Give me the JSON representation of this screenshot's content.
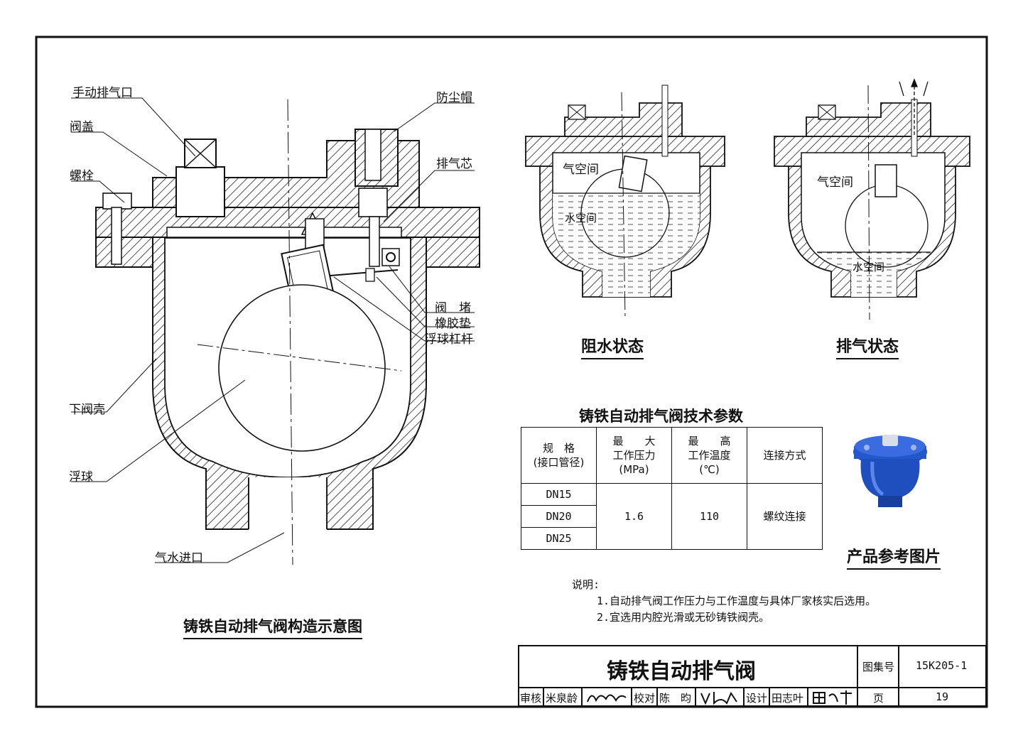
{
  "main_diagram": {
    "caption": "铸铁自动排气阀构造示意图",
    "labels": {
      "manual_vent": "手动排气口",
      "valve_cover": "阀盖",
      "bolt": "螺栓",
      "dust_cap": "防尘帽",
      "vent_core": "排气芯",
      "valve_plug": "阀　堵",
      "rubber_gasket": "橡胶垫",
      "float_lever": "浮球杠杆",
      "lower_shell": "下阀壳",
      "float_ball": "浮球",
      "inlet": "气水进口"
    }
  },
  "state_block": {
    "caption": "阻水状态",
    "air_space": "气空间",
    "water_space": "水空间"
  },
  "state_vent": {
    "caption": "排气状态",
    "air_space": "气空间",
    "water_space": "水空间"
  },
  "param_table": {
    "title": "铸铁自动排气阀技术参数",
    "headers": {
      "spec": [
        "规　格",
        "(接口管径)"
      ],
      "pressure": [
        "最　　大",
        "工作压力",
        "(MPa)"
      ],
      "temperature": [
        "最　　高",
        "工作温度",
        "(℃)"
      ],
      "connection": "连接方式"
    },
    "rows": [
      "DN15",
      "DN20",
      "DN25"
    ],
    "pressure_value": "1.6",
    "temperature_value": "110",
    "connection_value": "螺纹连接"
  },
  "photo": {
    "caption": "产品参考图片",
    "color": "#1f4fbf"
  },
  "notes": {
    "heading": "说明:",
    "items": [
      "1.自动排气阀工作压力与工作温度与具体厂家核实后选用。",
      "2.宜选用内腔光滑或无砂铸铁阀壳。"
    ]
  },
  "title_block": {
    "title": "铸铁自动排气阀",
    "atlas_label": "图集号",
    "atlas_no": "15K205-1",
    "page_label": "页",
    "page_no": "19",
    "review_label": "审核",
    "reviewer": "米泉龄",
    "check_label": "校对",
    "checker": "陈　昀",
    "design_label": "设计",
    "designer": "田志叶"
  }
}
